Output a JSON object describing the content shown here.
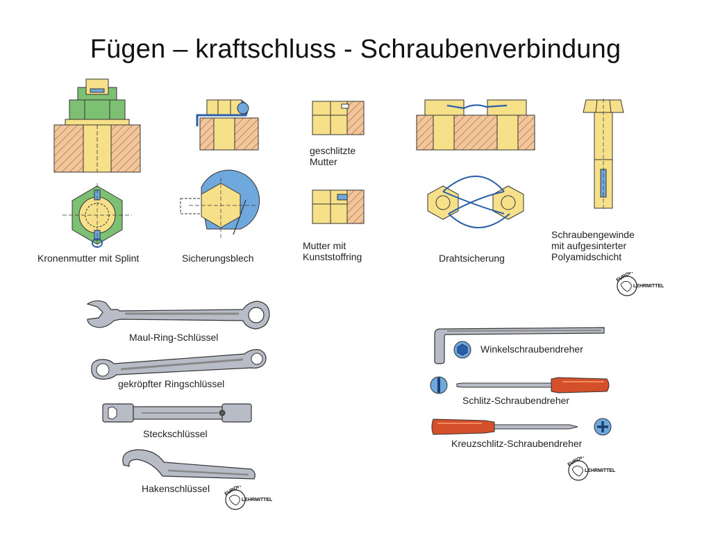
{
  "title": "Fügen – kraftschluss - Schraubenverbindung",
  "figures": {
    "kronenmutter": "Kronenmutter mit Splint",
    "sicherungsblech": "Sicherungsblech",
    "geschlitzte_mutter": [
      "geschlitzte",
      "Mutter"
    ],
    "mutter_kunststoffring": [
      "Mutter mit",
      "Kunststoffring"
    ],
    "drahtsicherung": "Drahtsicherung",
    "schraubengewinde": [
      "Schraubengewinde",
      "mit aufgesinterter",
      "Polyamidschicht"
    ]
  },
  "tools": {
    "maul_ring": "Maul-Ring-Schlüssel",
    "gekroepfter": "gekröpfter Ringschlüssel",
    "steck": "Steckschlüssel",
    "haken": "Hakenschlüssel",
    "winkel": "Winkelschraubendreher",
    "schlitz": "Schlitz-Schraubendreher",
    "kreuzschlitz": "Kreuzschlitz-Schraubendreher"
  },
  "logo": {
    "line1": "EUROPA",
    "line2": "LEHRMITTEL"
  },
  "colors": {
    "bolt_yellow": "#f6e08a",
    "nut_green": "#7dbf73",
    "lock_blue": "#6fa8dc",
    "wood_hatch": "#e0ad7c",
    "tool_grey": "#b8bcc6",
    "handle_red": "#d4502a"
  }
}
